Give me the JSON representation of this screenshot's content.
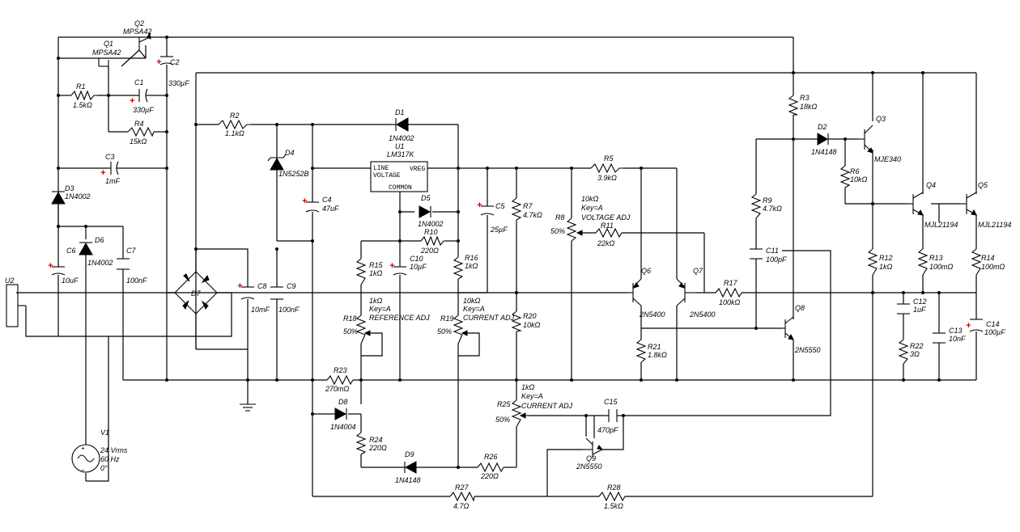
{
  "labels": {
    "U2": "U2",
    "V1": "V1",
    "V1_vrms": "24 Vrms",
    "V1_freq": "60 Hz",
    "V1_phase": "0°",
    "Q1": "Q1",
    "Q1_part": "MPSA42",
    "Q2": "Q2",
    "Q2_part": "MPSA42",
    "Q3": "Q3",
    "Q3_part": "MJE340",
    "Q4": "Q4",
    "Q4_part": "MJL21194",
    "Q5": "Q5",
    "Q5_part": "MJL21194",
    "Q6": "Q6",
    "Q6_part": "2N5400",
    "Q7": "Q7",
    "Q7_part": "2N5400",
    "Q8": "Q8",
    "Q8_part": "2N5550",
    "Q9": "Q9",
    "Q9_part": "2N5550",
    "U1": "U1",
    "U1_part": "LM317K",
    "U1_line": "LINE",
    "U1_vreg": "VREG",
    "U1_voltage": "VOLTAGE",
    "U1_common": "COMMON",
    "R1": "R1",
    "R1_val": "1.5kΩ",
    "R2": "R2",
    "R2_val": "1.1kΩ",
    "R3": "R3",
    "R3_val": "18kΩ",
    "R4": "R4",
    "R4_val": "15kΩ",
    "R5": "R5",
    "R5_val": "3.9kΩ",
    "R6": "R6",
    "R6_val": "10kΩ",
    "R7": "R7",
    "R7_val": "4.7kΩ",
    "R8": "R8",
    "R8_val": "10kΩ",
    "R8_key": "Key=A",
    "R8_name": "VOLTAGE ADJ",
    "R8_pct": "50%",
    "R9": "R9",
    "R9_val": "4.7kΩ",
    "R10": "R10",
    "R10_val": "220Ω",
    "R11": "R11",
    "R11_val": "22kΩ",
    "R12": "R12",
    "R12_val": "1kΩ",
    "R13": "R13",
    "R13_val": "100mΩ",
    "R14": "R14",
    "R14_val": "100mΩ",
    "R15": "R15",
    "R15_val": "1kΩ",
    "R16": "R16",
    "R16_val": "1kΩ",
    "R17": "R17",
    "R17_val": "100kΩ",
    "R18": "R18",
    "R18_val": "1kΩ",
    "R18_key": "Key=A",
    "R18_name": "REFERENCE ADJ",
    "R18_pct": "50%",
    "R19": "R19",
    "R19_val": "10kΩ",
    "R19_key": "Key=A",
    "R19_name": "CURRENT ADJ",
    "R19_pct": "50%",
    "R20": "R20",
    "R20_val": "10kΩ",
    "R21": "R21",
    "R21_val": "1.8kΩ",
    "R22": "R22",
    "R22_val": "3Ω",
    "R23": "R23",
    "R23_val": "270mΩ",
    "R24": "R24",
    "R24_val": "220Ω",
    "R25": "R25",
    "R25_val": "1kΩ",
    "R25_key": "Key=A",
    "R25_name": "CURRENT ADJ",
    "R25_pct": "50%",
    "R26": "R26",
    "R26_val": "220Ω",
    "R27": "R27",
    "R27_val": "4.7Ω",
    "R28": "R28",
    "R28_val": "1.5kΩ",
    "C1": "C1",
    "C1_val": "330µF",
    "C2": "C2",
    "C2_val": "330µF",
    "C3": "C3",
    "C3_val": "1mF",
    "C4": "C4",
    "C4_val": "47uF",
    "C5": "C5",
    "C5_val": "25µF",
    "C6": "C6",
    "C6_val": "10uF",
    "C7": "C7",
    "C7_val": "100nF",
    "C8": "C8",
    "C8_val": "10mF",
    "C9": "C9",
    "C9_val": "100nF",
    "C10": "C10",
    "C10_val": "10µF",
    "C11": "C11",
    "C11_val": "100pF",
    "C12": "C12",
    "C12_val": "1uF",
    "C13": "C13",
    "C13_val": "10nF",
    "C14": "C14",
    "C14_val": "100µF",
    "C15": "C15",
    "C15_val": "470pF",
    "D1": "D1",
    "D1_part": "1N4002",
    "D2": "D2",
    "D2_part": "1N4148",
    "D3": "D3",
    "D3_part": "1N4002",
    "D4": "D4",
    "D4_part": "1N5252B",
    "D5": "D5",
    "D5_part": "1N4002",
    "D6": "D6",
    "D6_part": "1N4002",
    "D7": "D7",
    "D8": "D8",
    "D8_part": "1N4004",
    "D9": "D9",
    "D9_part": "1N4148"
  }
}
